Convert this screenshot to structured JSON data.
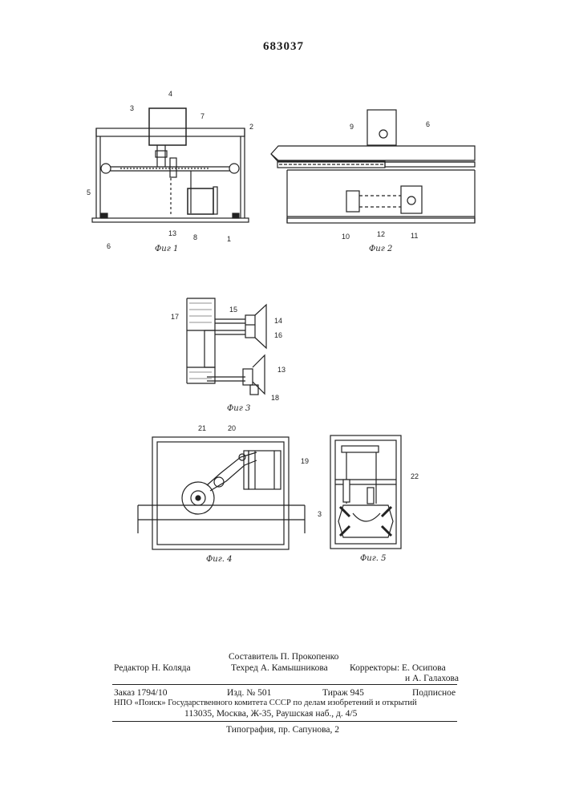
{
  "patent_number": "683037",
  "figures": {
    "fig1": {
      "caption": "Фиг 1",
      "labels": [
        "4",
        "3",
        "7",
        "2",
        "5",
        "6",
        "13",
        "8",
        "1"
      ]
    },
    "fig2": {
      "caption": "Фиг 2",
      "labels": [
        "9",
        "6",
        "10",
        "12",
        "11"
      ]
    },
    "fig3": {
      "caption": "Фиг 3",
      "labels": [
        "17",
        "15",
        "14",
        "16",
        "13",
        "18"
      ]
    },
    "fig4": {
      "caption": "Фиг. 4",
      "labels": [
        "21",
        "20",
        "19"
      ]
    },
    "fig5": {
      "caption": "Фиг. 5",
      "labels": [
        "22",
        "3"
      ]
    }
  },
  "imprint": {
    "compiler": "Составитель П. Прокопенко",
    "editor": "Редактор Н. Коляда",
    "techred": "Техред А. Камышникова",
    "correctors_1": "Корректоры: Е. Осипова",
    "correctors_2": "и А. Галахова",
    "order": "Заказ 1794/10",
    "izd": "Изд. № 501",
    "tirazh": "Тираж 945",
    "podpisnoe": "Подписное",
    "npo": "НПО «Поиск» Государственного комитета СССР по делам изобретений и открытий",
    "address": "113035, Москва, Ж-35, Раушская наб., д. 4/5",
    "typography": "Типография, пр. Сапунова, 2"
  }
}
